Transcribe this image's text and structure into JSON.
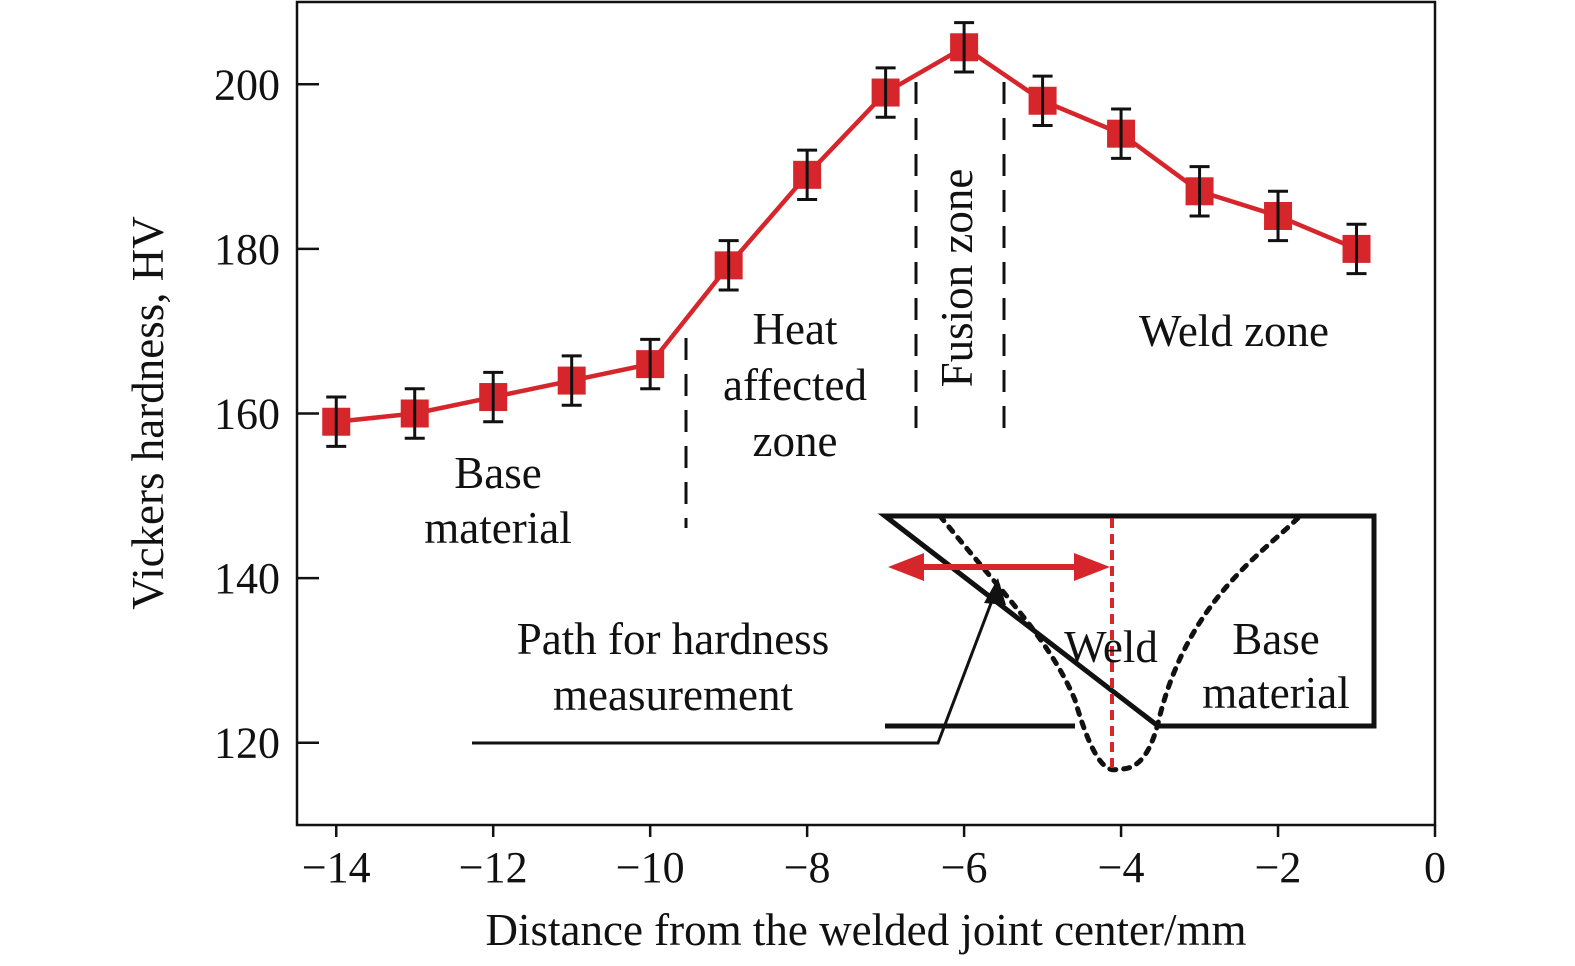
{
  "chart_data": {
    "type": "line",
    "title": "",
    "xlabel": "Distance from the welded joint center/mm",
    "ylabel": "Vickers hardness, HV",
    "xlim": [
      -14.5,
      0
    ],
    "ylim": [
      110,
      210
    ],
    "xticks": [
      -14,
      -12,
      -10,
      -8,
      -6,
      -4,
      -2,
      0
    ],
    "xtick_labels": [
      "−14",
      "−12",
      "−10",
      "−8",
      "−6",
      "−4",
      "−2",
      "0"
    ],
    "yticks": [
      120,
      140,
      160,
      180,
      200
    ],
    "ytick_labels": [
      "120",
      "140",
      "160",
      "180",
      "200"
    ],
    "grid": false,
    "legend": "none",
    "series": [
      {
        "color": "#d6262b",
        "marker": "square",
        "x": [
          -14,
          -13,
          -12,
          -11,
          -10,
          -9,
          -8,
          -7,
          -6,
          -5,
          -4,
          -3,
          -2,
          -1
        ],
        "y": [
          159,
          160,
          162,
          164,
          166,
          178,
          189,
          199,
          204.5,
          198,
          194,
          187,
          184,
          180
        ],
        "error": [
          3,
          3,
          3,
          3,
          3,
          3,
          3,
          3,
          3,
          3,
          3,
          3,
          3,
          3
        ]
      }
    ],
    "zone_boundaries": [
      -9.55,
      -6.6,
      -5.5
    ],
    "annotations": {
      "base_material": [
        "Base",
        "material"
      ],
      "heat_affected": [
        "Heat",
        "affected",
        "zone"
      ],
      "fusion_zone": "Fusion zone",
      "weld_zone": "Weld zone",
      "path_label": [
        "Path for hardness",
        "measurement"
      ]
    },
    "inset": {
      "weld_label": "Weld",
      "base_label": [
        "Base",
        "material"
      ],
      "arrow_color": "#d6262b",
      "centerline_color": "#d6262b"
    }
  }
}
